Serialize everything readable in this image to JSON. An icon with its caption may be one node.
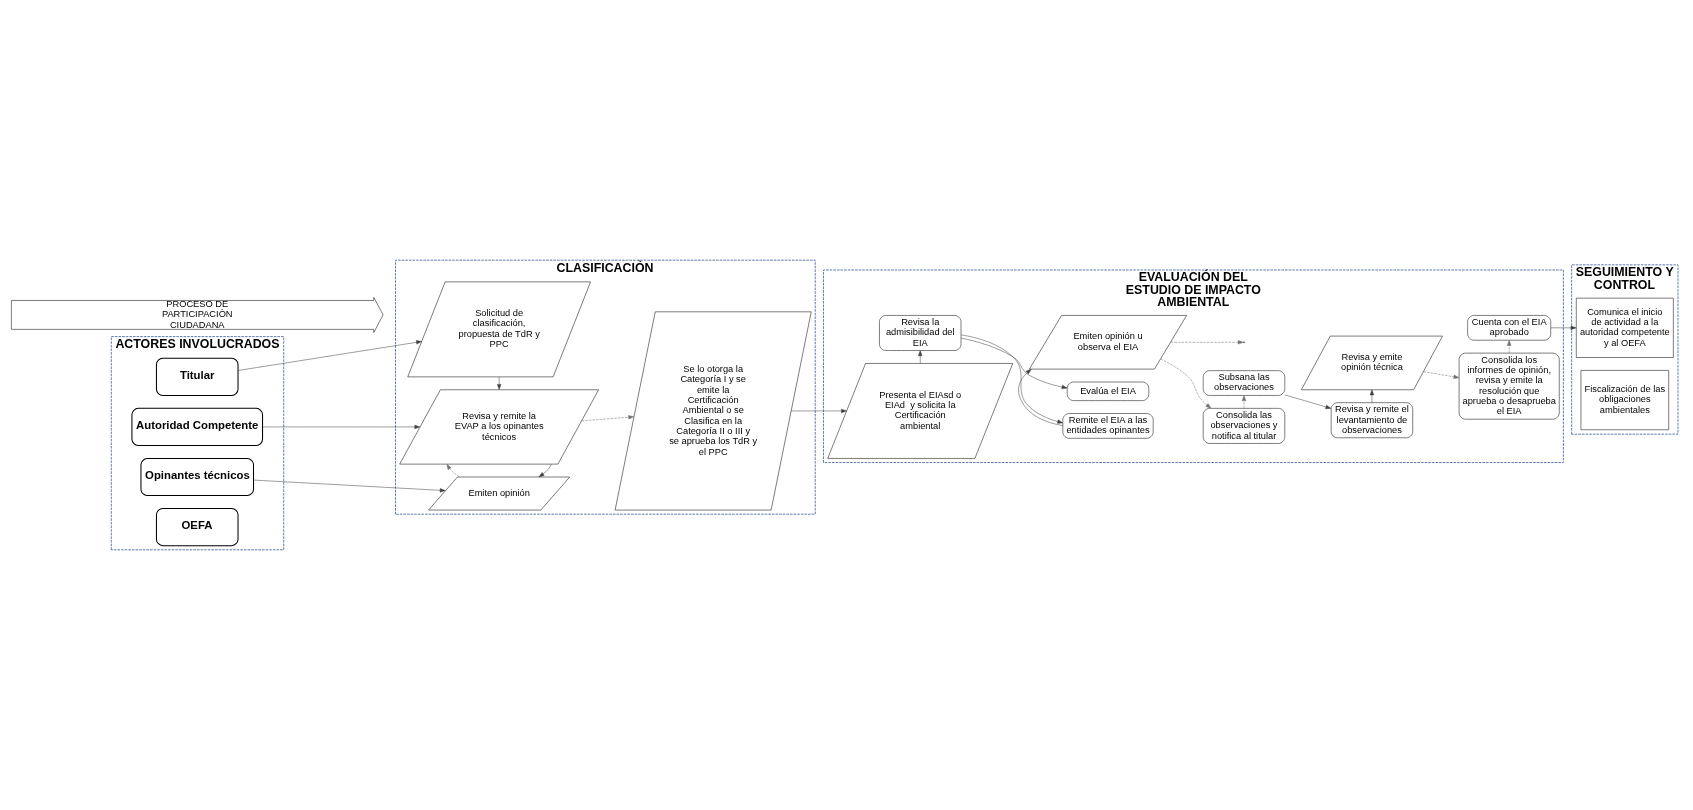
{
  "diagram": {
    "nodes": [
      {
        "text": [
          "ACTORES INVOLUCRADOS"
        ]
      },
      {
        "text": [
          "Titular"
        ],
        "in": 0
      },
      {
        "text": [
          "Autoridad Competente"
        ],
        "in": 0
      },
      {
        "text": [
          "Opinantes técnicos"
        ],
        "in": 0
      },
      {
        "text": [
          "OEFA"
        ],
        "in": 0
      },
      {
        "text": [
          "CLASIFICACIÒN"
        ]
      },
      {
        "text": [
          "Solicitud de clasificación, propuesta de TdR y PPC"
        ],
        "in": 5
      },
      {
        "text": [
          "Se lo otorga la Categoría I y se emite la Certificación Ambiental o se Clasifica en la Categoría II o III y se aprueba los TdR y el PPC"
        ],
        "in": 5
      },
      {
        "text": [
          "Revisa y remite la EVAP a los opinantes técnicos"
        ],
        "in": 5
      },
      {
        "text": [
          "Emiten opinión"
        ],
        "in": 5
      },
      {
        "text": [
          "EVALUACIÓN DEL ESTUDIO DE IMPACTO AMBIENTAL"
        ]
      },
      {
        "text": [
          "Presenta el EIAsd o EIAd  y solicita la Certificación ambiental"
        ],
        "in": 10
      },
      {
        "text": [
          "Revisa la admisibilidad del EIA"
        ],
        "in": 10
      },
      {
        "text": [
          "Evalúa el EIA"
        ],
        "in": 10
      },
      {
        "text": [
          "Remite el EIA a las entidades opinantes"
        ],
        "in": 10
      },
      {
        "text": [
          "Emiten opinión u observa el EIA"
        ],
        "in": 10
      },
      {
        "text": [
          "Consolida las observaciones y notifica al titular"
        ],
        "in": 10
      },
      {
        "text": [
          "Subsana las observaciones"
        ],
        "in": 10
      },
      {
        "text": [
          "Revisa y remite el levantamiento de observaciones"
        ],
        "in": 10
      },
      {
        "text": [
          "Revisa y emite opinión técnica"
        ],
        "in": 10
      },
      {
        "text": [
          "Consolida los informes de opinión, revisa y emite la resolución que aprueba o desaprueba el EIA"
        ],
        "in": 10
      },
      {
        "text": [
          "Cuenta con el EIA aprobado"
        ],
        "in": 10
      },
      {
        "text": [
          "SEGUIMIENTO Y CONTROL"
        ]
      },
      {
        "text": [
          "Comunica el inicio de actividad a la autoridad competente y al OEFA"
        ],
        "in": 22
      },
      {
        "text": [
          "Fiscalización de las obligaciones ambientales"
        ],
        "in": 22
      },
      {
        "text": [
          "PROCESO DE PARTICIPACIÒN CIUDADANA"
        ]
      }
    ],
    "edges": [
      {
        "from": 1,
        "to": 6,
        "arrow": "to"
      },
      {
        "from": 2,
        "to": 8,
        "arrow": "to"
      },
      {
        "from": 3,
        "to": 9,
        "arrow": "to"
      },
      {
        "from": 6,
        "to": 8,
        "arrow": "to"
      },
      {
        "from": 8,
        "to": 9,
        "arrow": "to"
      },
      {
        "from": 9,
        "to": 8,
        "arrow": "to",
        "style": "dashed"
      },
      {
        "from": 8,
        "to": 7,
        "arrow": "to",
        "style": "dashed"
      },
      {
        "from": 7,
        "to": 11,
        "arrow": "to"
      },
      {
        "from": 11,
        "to": 12,
        "arrow": "to"
      },
      {
        "from": 12,
        "to": 13,
        "arrow": "to"
      },
      {
        "from": 12,
        "to": 14,
        "arrow": "to"
      },
      {
        "from": 14,
        "to": 15,
        "arrow": "to"
      },
      {
        "from": 15,
        "to": 16,
        "arrow": "to",
        "style": "dashed"
      },
      {
        "from": 15,
        "to": null,
        "arrow": "to",
        "style": "dashed"
      },
      {
        "from": 16,
        "to": 17,
        "arrow": "to",
        "style": "dashed"
      },
      {
        "from": 17,
        "to": 18,
        "arrow": "to"
      },
      {
        "from": 18,
        "to": 19,
        "arrow": "to"
      },
      {
        "from": 19,
        "to": 20,
        "arrow": "to",
        "style": "dashed"
      },
      {
        "from": 20,
        "to": 21,
        "arrow": "to",
        "style": "dashed"
      },
      {
        "from": 21,
        "to": 23,
        "arrow": "to"
      }
    ]
  }
}
